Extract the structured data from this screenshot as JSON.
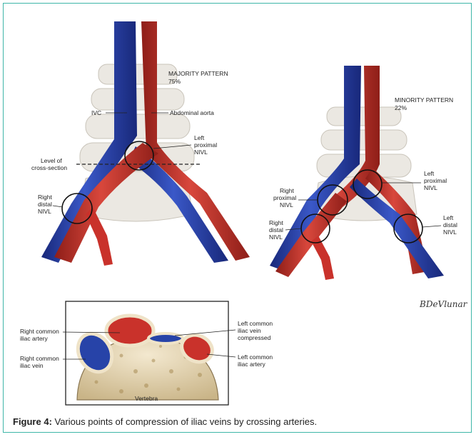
{
  "figure": {
    "caption_label": "Figure 4:",
    "caption_text": "Various points of compression of iliac veins by crossing arteries."
  },
  "majority": {
    "title": "MAJORITY PATTERN",
    "percent": "75%",
    "labels": {
      "ivc": "IVC",
      "aorta": "Abdominal aorta",
      "left_proximal": [
        "Left",
        "proximal",
        "NIVL"
      ],
      "level": [
        "Level of",
        "cross-section"
      ],
      "right_distal": [
        "Right",
        "distal",
        "NIVL"
      ]
    }
  },
  "minority": {
    "title": "MINORITY PATTERN",
    "percent": "22%",
    "labels": {
      "left_proximal": [
        "Left",
        "proximal",
        "NIVL"
      ],
      "right_proximal": [
        "Right",
        "proximal",
        "NIVL"
      ],
      "right_distal": [
        "Right",
        "distal",
        "NIVL"
      ],
      "left_distal": [
        "Left",
        "distal",
        "NIVL"
      ]
    }
  },
  "cross_section": {
    "labels": {
      "right_artery": [
        "Right common",
        "iliac artery"
      ],
      "right_vein": [
        "Right common",
        "iliac vein"
      ],
      "left_vein": [
        "Left common",
        "iliac vein",
        "compressed"
      ],
      "left_artery": [
        "Left common",
        "iliac artery"
      ],
      "vertebra": "Vertebra"
    }
  },
  "signature": "BDeVlunar",
  "colors": {
    "border": "#3fb6a8",
    "artery": "#c9322b",
    "vein": "#2743a8",
    "bone": "#e3dfd7"
  }
}
